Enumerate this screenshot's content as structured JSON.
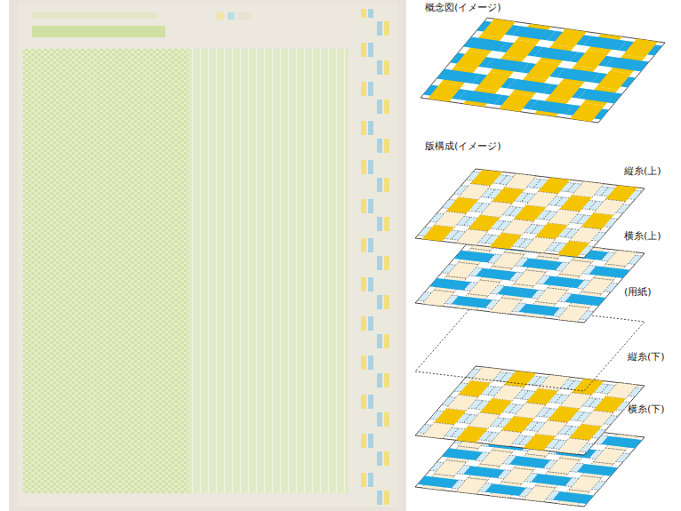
{
  "diagram": {
    "labels": [
      "概念図(イメージ)",
      "版構成(イメージ)",
      "縦糸(上)",
      "横糸(上)",
      "(用紙)",
      "縦糸(下)",
      "横糸(下)"
    ]
  }
}
